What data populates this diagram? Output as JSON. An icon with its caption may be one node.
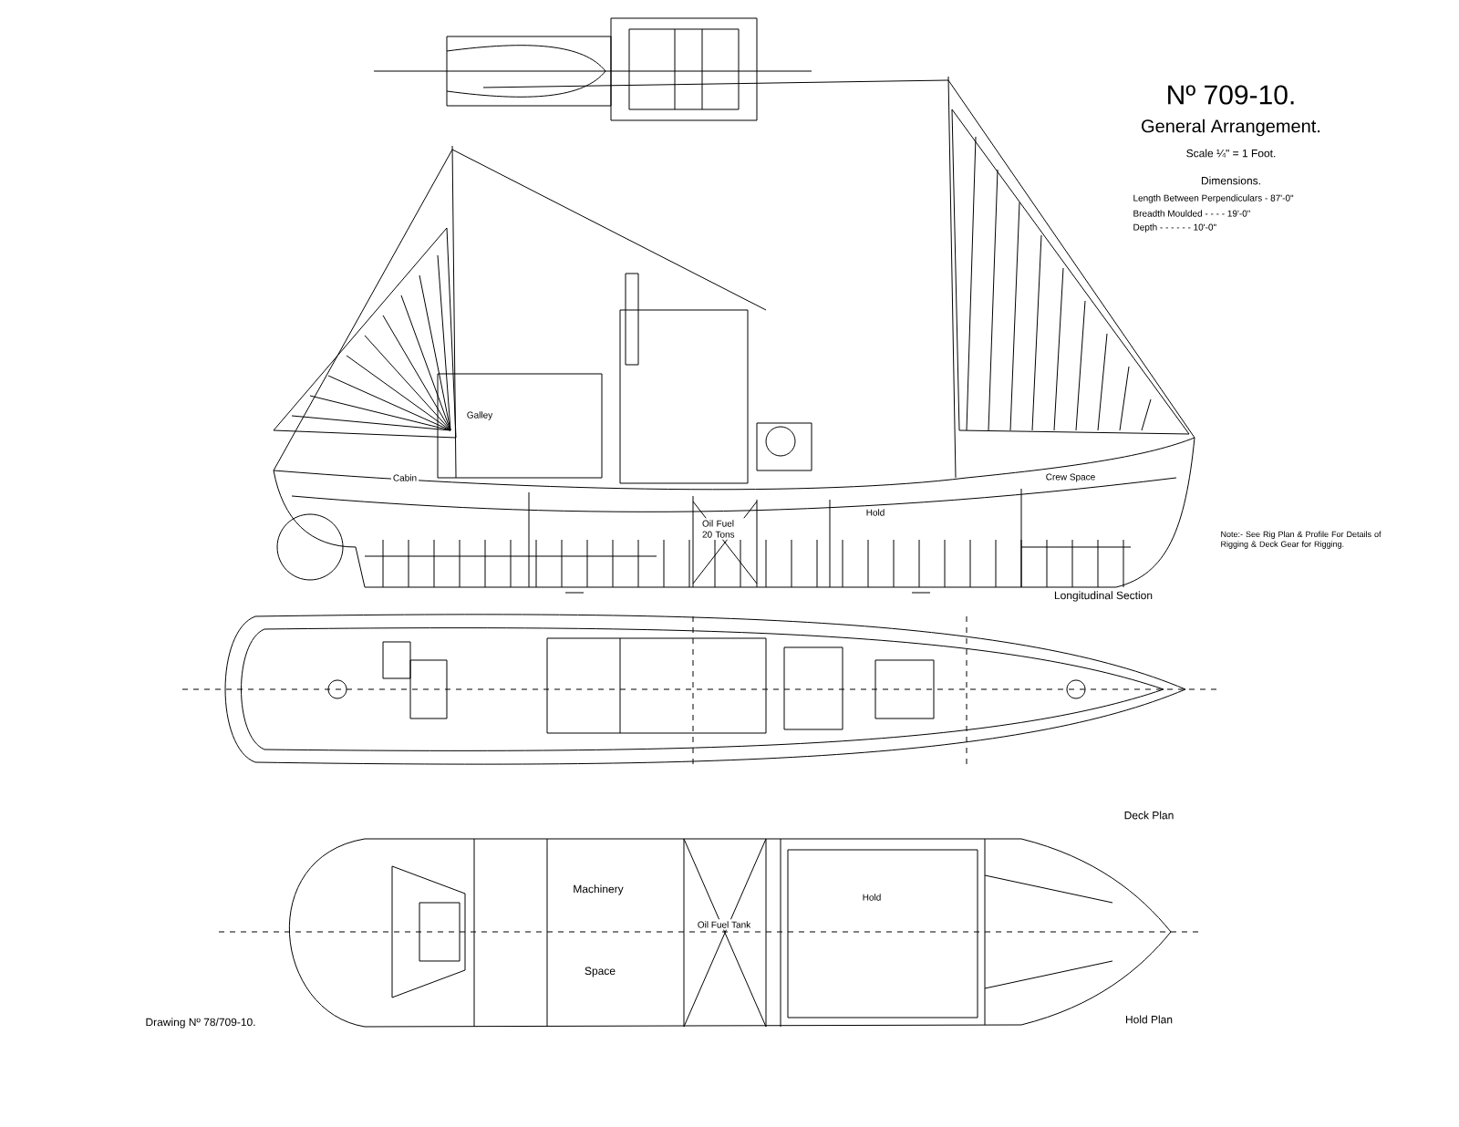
{
  "diagram": {
    "title": "General Arrangement.",
    "labels": [
      "Nº 709-10.",
      "Scale ¼\" = 1 Foot.",
      "Dimensions.",
      "Length Between Perpendiculars - 87'-0\"",
      "Breadth Moulded - - - - 19'-0\"",
      "Depth - - - - - - 10'-0\"",
      "Galley",
      "Cabin",
      "Oil Fuel 20 Tons",
      "Hold",
      "Crew Space",
      "Note:- See Rig Plan & Profile For Details of Rigging & Deck Gear for Rigging.",
      "Longitudinal Section",
      "Deck Plan",
      "Machinery",
      "Oil Fuel Tank",
      "Hold",
      "Space",
      "Drawing Nº 78/709-10.",
      "Hold Plan"
    ]
  }
}
